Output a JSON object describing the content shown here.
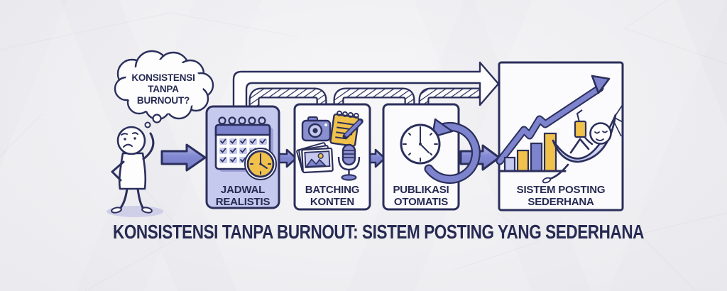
{
  "colors": {
    "outline_navy": "#2b2f5c",
    "text_navy": "#262a52",
    "periwinkle": "#7d84cd",
    "lavender": "#c6c9ee",
    "yellow": "#f0c24b",
    "paper": "#ebeaee",
    "card_white": "#fbfafd"
  },
  "thought_bubble": {
    "line1": "KONSISTENSI",
    "line2": "TANPA",
    "line3": "BURNOUT?"
  },
  "steps": [
    {
      "label_line1": "JADWAL",
      "label_line2": "REALISTIS",
      "icons": [
        "calendar-icon",
        "clock-badge-icon"
      ]
    },
    {
      "label_line1": "BATCHING",
      "label_line2": "KONTEN",
      "icons": [
        "camera-icon",
        "notepad-pencil-icon",
        "photo-stack-icon",
        "microphone-icon"
      ]
    },
    {
      "label_line1": "PUBLIKASI",
      "label_line2": "OTOMATIS",
      "icons": [
        "auto-refresh-clock-icon"
      ]
    },
    {
      "label_line1": "SISTEM POSTING",
      "label_line2": "SEDERHANA",
      "icons": [
        "growth-arrow-icon",
        "bar-chart-icon",
        "hammock-relaxing-figure",
        "drink-glass-icon"
      ]
    }
  ],
  "title": "KONSISTENSI TANPA BURNOUT: SISTEM POSTING YANG SEDERHANA"
}
